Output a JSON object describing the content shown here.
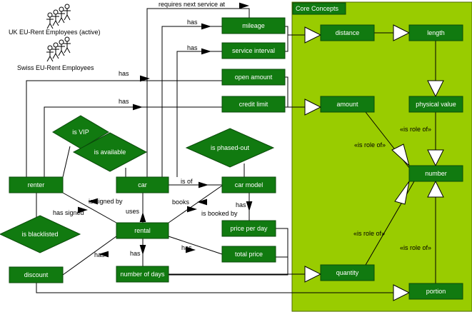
{
  "colors": {
    "node_fill": "#117a10",
    "node_stroke": "#0a4a0a",
    "panel_fill": "#99cc00",
    "panel_stroke": "#4d6a00",
    "line": "#000000",
    "arrow_fill": "#000000",
    "hollow_arrow_fill": "#ffffff"
  },
  "actors": {
    "uk": "UK EU-Rent Employees (active)",
    "swiss": "Swiss EU-Rent Employees"
  },
  "panel": {
    "title": "Core Concepts"
  },
  "nodes": {
    "mileage": "mileage",
    "service_interval": "service interval",
    "open_amount": "open amount",
    "credit_limit": "credit limit",
    "renter": "renter",
    "car": "car",
    "car_model": "car model",
    "rental": "rental",
    "price_per_day": "price per day",
    "total_price": "total price",
    "discount": "discount",
    "number_of_days": "number of days",
    "distance": "distance",
    "length": "length",
    "amount": "amount",
    "physical_value": "physical value",
    "number": "number",
    "quantity": "quantity",
    "portion": "portion"
  },
  "diamonds": {
    "is_vip": "is VIP",
    "is_available": "is available",
    "is_phased_out": "is phased-out",
    "is_blacklisted": "is blacklisted"
  },
  "labels": {
    "requires_next_service_at": "requires next service at",
    "has_1": "has",
    "has_2": "has",
    "has_3": "has",
    "has_4": "has",
    "is_of": "is of",
    "is_signed_by": "is signed by",
    "has_signed": "has signed",
    "uses": "uses",
    "books": "books",
    "is_booked_by": "is booked by",
    "has_5": "has",
    "has_6": "has",
    "has_7": "has",
    "has_8": "has",
    "is_role_of_1": "«is role of»",
    "is_role_of_2": "«is role of»",
    "is_role_of_3": "«is role of»",
    "is_role_of_4": "«is role of»"
  }
}
